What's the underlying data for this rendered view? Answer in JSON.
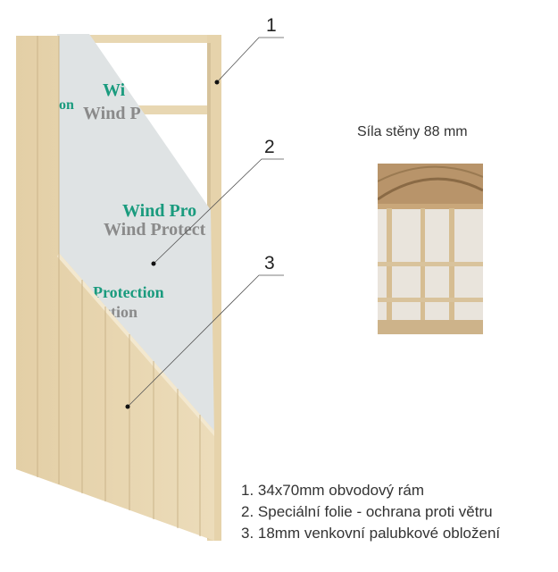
{
  "callouts": [
    "1",
    "2",
    "3"
  ],
  "membrane_print": {
    "line1_green": "Wind Pro",
    "line1_gray": "Wind Protect",
    "top_green": "Wi",
    "top_green_left": "on",
    "top_gray": "Wind P",
    "bottom_green": "Protection",
    "bottom_gray": "ction"
  },
  "wall_thickness": "Síla stěny 88 mm",
  "legend": [
    "1. 34x70mm obvodový rám",
    "2. Speciální folie - ochrana proti větru",
    "3. 18mm venkovní palubkové obložení"
  ],
  "colors": {
    "wood": "#e6d5b0",
    "membrane": "#dfe3e4",
    "print_green": "#1a9b7e",
    "print_gray": "#8a8a8a"
  }
}
